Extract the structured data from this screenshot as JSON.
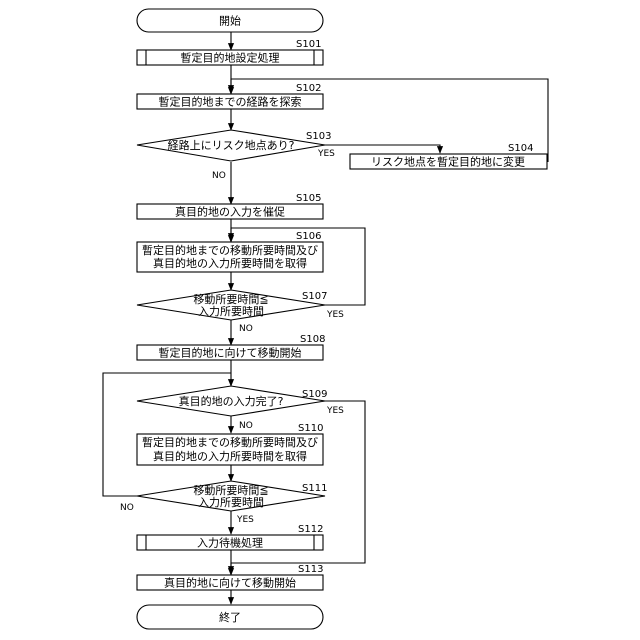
{
  "flowchart": {
    "start": "開始",
    "end": "終了",
    "steps": {
      "s101": {
        "id": "S101",
        "label": "暫定目的地設定処理"
      },
      "s102": {
        "id": "S102",
        "label": "暫定目的地までの経路を探索"
      },
      "s103": {
        "id": "S103",
        "label": "経路上にリスク地点あり?"
      },
      "s104": {
        "id": "S104",
        "label": "リスク地点を暫定目的地に変更"
      },
      "s105": {
        "id": "S105",
        "label": "真目的地の入力を催促"
      },
      "s106": {
        "id": "S106",
        "line1": "暫定目的地までの移動所要時間及び",
        "line2": "真目的地の入力所要時間を取得"
      },
      "s107": {
        "id": "S107",
        "line1": "移動所要時間≦",
        "line2": "入力所要時間"
      },
      "s108": {
        "id": "S108",
        "label": "暫定目的地に向けて移動開始"
      },
      "s109": {
        "id": "S109",
        "label": "真目的地の入力完了?"
      },
      "s110": {
        "id": "S110",
        "line1": "暫定目的地までの移動所要時間及び",
        "line2": "真目的地の入力所要時間を取得"
      },
      "s111": {
        "id": "S111",
        "line1": "移動所要時間≦",
        "line2": "入力所要時間"
      },
      "s112": {
        "id": "S112",
        "label": "入力待機処理"
      },
      "s113": {
        "id": "S113",
        "label": "真目的地に向けて移動開始"
      }
    },
    "branches": {
      "yes": "YES",
      "no": "NO"
    }
  }
}
